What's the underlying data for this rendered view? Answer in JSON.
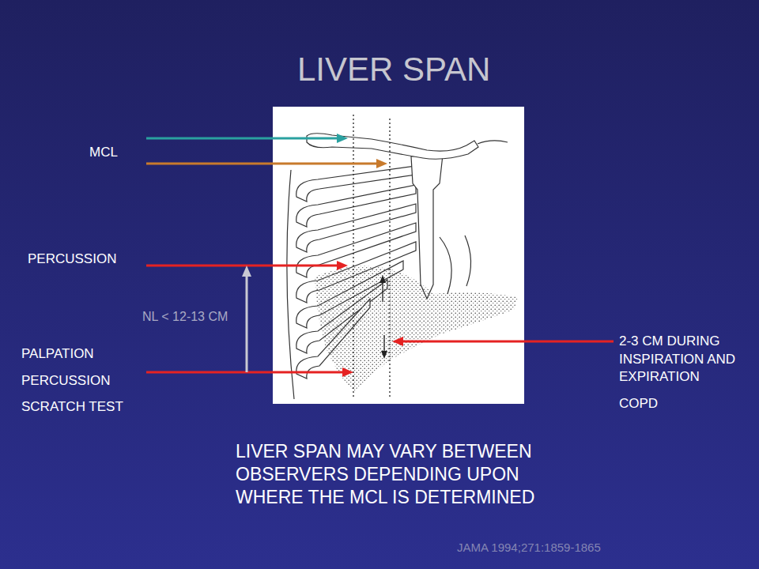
{
  "diagram": {
    "title": "LIVER SPAN",
    "caption": "LIVER SPAN MAY VARY BETWEEN OBSERVERS DEPENDING UPON WHERE THE MCL IS DETERMINED",
    "labels": [
      "MCL",
      "PERCUSSION",
      "NL < 12-13 CM",
      "PALPATION",
      "PERCUSSION",
      "SCRATCH TEST",
      "2-3 CM DURING INSPIRATION AND EXPIRATION",
      "COPD",
      "JAMA 1994;271:1859-1865"
    ]
  }
}
